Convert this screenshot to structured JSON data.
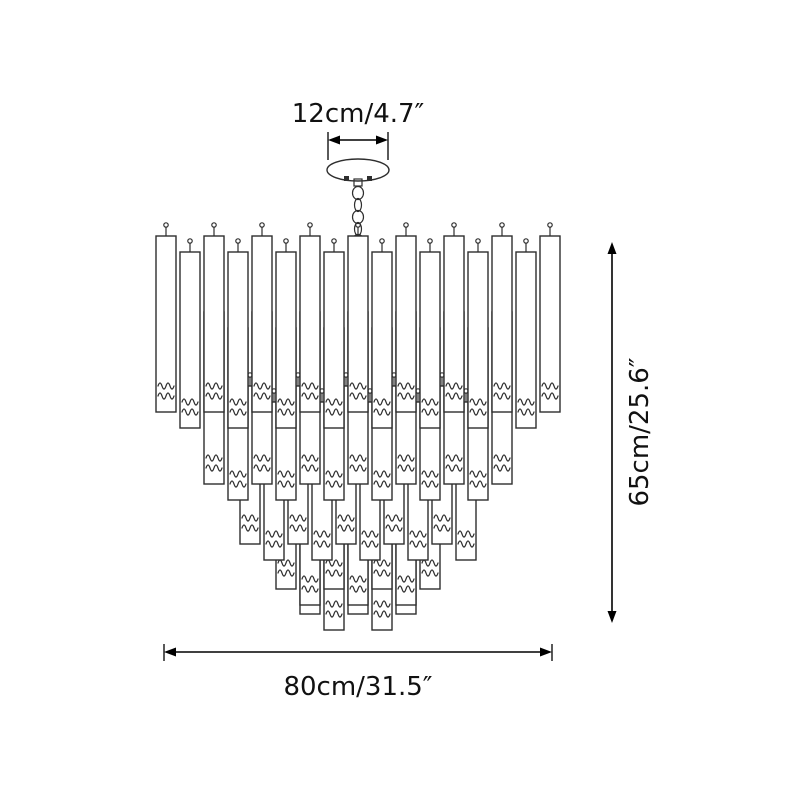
{
  "diagram": {
    "labels": {
      "top_width": "12cm/4.7″",
      "side_height": "65cm/25.6″",
      "bottom_width": "80cm/31.5″"
    },
    "colors": {
      "line": "#2e2e2e",
      "dimension": "#000000",
      "background": "#ffffff"
    }
  }
}
